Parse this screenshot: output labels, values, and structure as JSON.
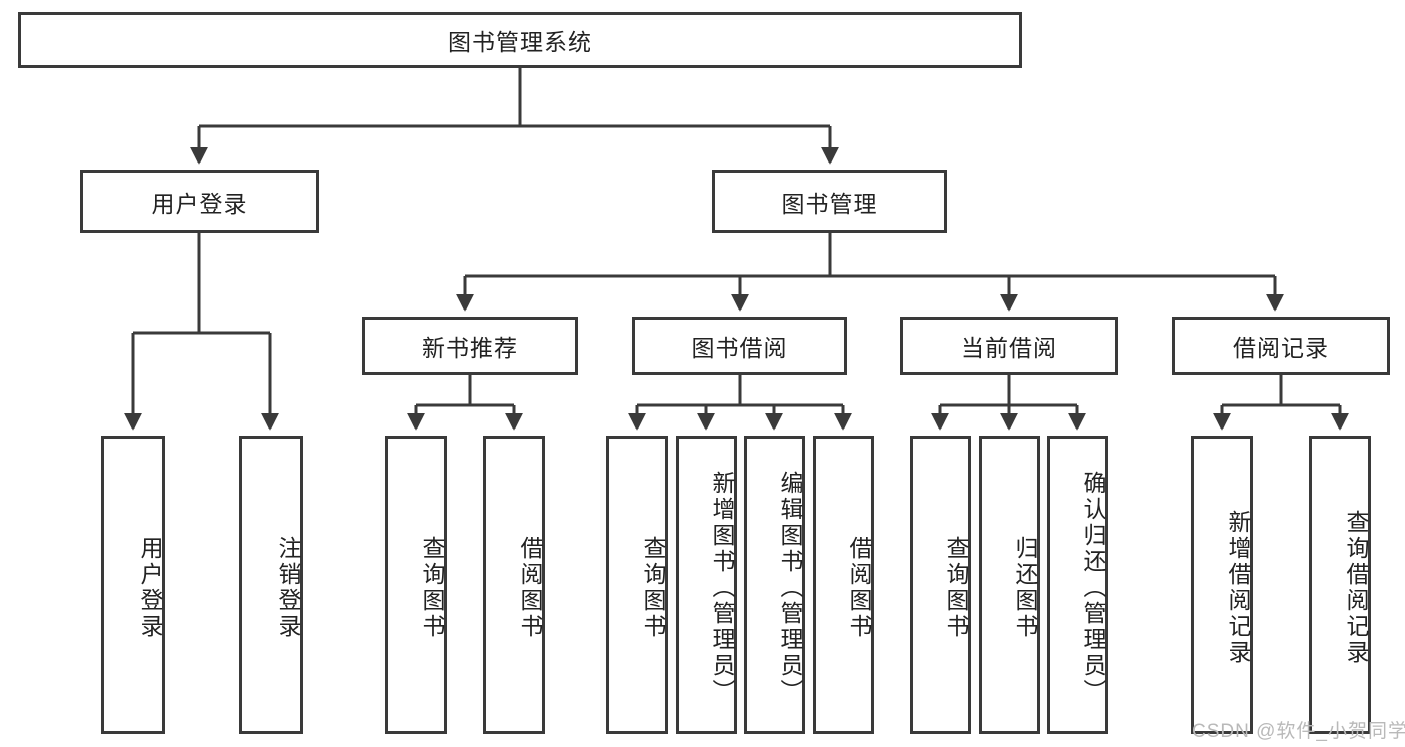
{
  "diagram": {
    "title": "图书管理系统",
    "type": "hierarchy-tree",
    "watermark": "CSDN @软件_小贺同学",
    "colors": {
      "stroke": "#3a3a3a",
      "box_fill": "#ffffff",
      "text": "#222222",
      "background": "#ffffff",
      "watermark": "#b9b9b9"
    },
    "levels": {
      "level1": [
        "图书管理系统"
      ],
      "level2": [
        "用户登录",
        "图书管理"
      ],
      "level3": [
        "新书推荐",
        "图书借阅",
        "当前借阅",
        "借阅记录"
      ]
    },
    "nodes": {
      "root": {
        "label": "图书管理系统",
        "orientation": "horizontal"
      },
      "user_login": {
        "label": "用户登录",
        "orientation": "horizontal"
      },
      "book_manage": {
        "label": "图书管理",
        "orientation": "horizontal"
      },
      "new_book_rec": {
        "label": "新书推荐",
        "orientation": "horizontal"
      },
      "book_borrow": {
        "label": "图书借阅",
        "orientation": "horizontal"
      },
      "current_borrow": {
        "label": "当前借阅",
        "orientation": "horizontal"
      },
      "borrow_record": {
        "label": "借阅记录",
        "orientation": "horizontal"
      },
      "leaf_user_login": {
        "label": "用户登录",
        "orientation": "vertical"
      },
      "leaf_logout": {
        "label": "注销登录",
        "orientation": "vertical"
      },
      "leaf_query_book_1": {
        "label": "查询图书",
        "orientation": "vertical"
      },
      "leaf_borrow_book_1": {
        "label": "借阅图书",
        "orientation": "vertical"
      },
      "leaf_query_book_2": {
        "label": "查询图书",
        "orientation": "vertical"
      },
      "leaf_add_book": {
        "label": "新增图书（管理员）",
        "orientation": "vertical"
      },
      "leaf_edit_book": {
        "label": "编辑图书（管理员）",
        "orientation": "vertical"
      },
      "leaf_borrow_book_2": {
        "label": "借阅图书",
        "orientation": "vertical"
      },
      "leaf_query_book_3": {
        "label": "查询图书",
        "orientation": "vertical"
      },
      "leaf_return_book": {
        "label": "归还图书",
        "orientation": "vertical"
      },
      "leaf_confirm_return": {
        "label": "确认归还（管理员）",
        "orientation": "vertical"
      },
      "leaf_add_record": {
        "label": "新增借阅记录",
        "orientation": "vertical"
      },
      "leaf_query_record": {
        "label": "查询借阅记录",
        "orientation": "vertical"
      }
    },
    "edges": [
      {
        "from": "图书管理系统",
        "to": "用户登录"
      },
      {
        "from": "图书管理系统",
        "to": "图书管理"
      },
      {
        "from": "用户登录",
        "to": "用户登录"
      },
      {
        "from": "用户登录",
        "to": "注销登录"
      },
      {
        "from": "图书管理",
        "to": "新书推荐"
      },
      {
        "from": "图书管理",
        "to": "图书借阅"
      },
      {
        "from": "图书管理",
        "to": "当前借阅"
      },
      {
        "from": "图书管理",
        "to": "借阅记录"
      },
      {
        "from": "新书推荐",
        "to": "查询图书"
      },
      {
        "from": "新书推荐",
        "to": "借阅图书"
      },
      {
        "from": "图书借阅",
        "to": "查询图书"
      },
      {
        "from": "图书借阅",
        "to": "新增图书（管理员）"
      },
      {
        "from": "图书借阅",
        "to": "编辑图书（管理员）"
      },
      {
        "from": "图书借阅",
        "to": "借阅图书"
      },
      {
        "from": "当前借阅",
        "to": "查询图书"
      },
      {
        "from": "当前借阅",
        "to": "归还图书"
      },
      {
        "from": "当前借阅",
        "to": "确认归还（管理员）"
      },
      {
        "from": "借阅记录",
        "to": "新增借阅记录"
      },
      {
        "from": "借阅记录",
        "to": "查询借阅记录"
      }
    ]
  }
}
